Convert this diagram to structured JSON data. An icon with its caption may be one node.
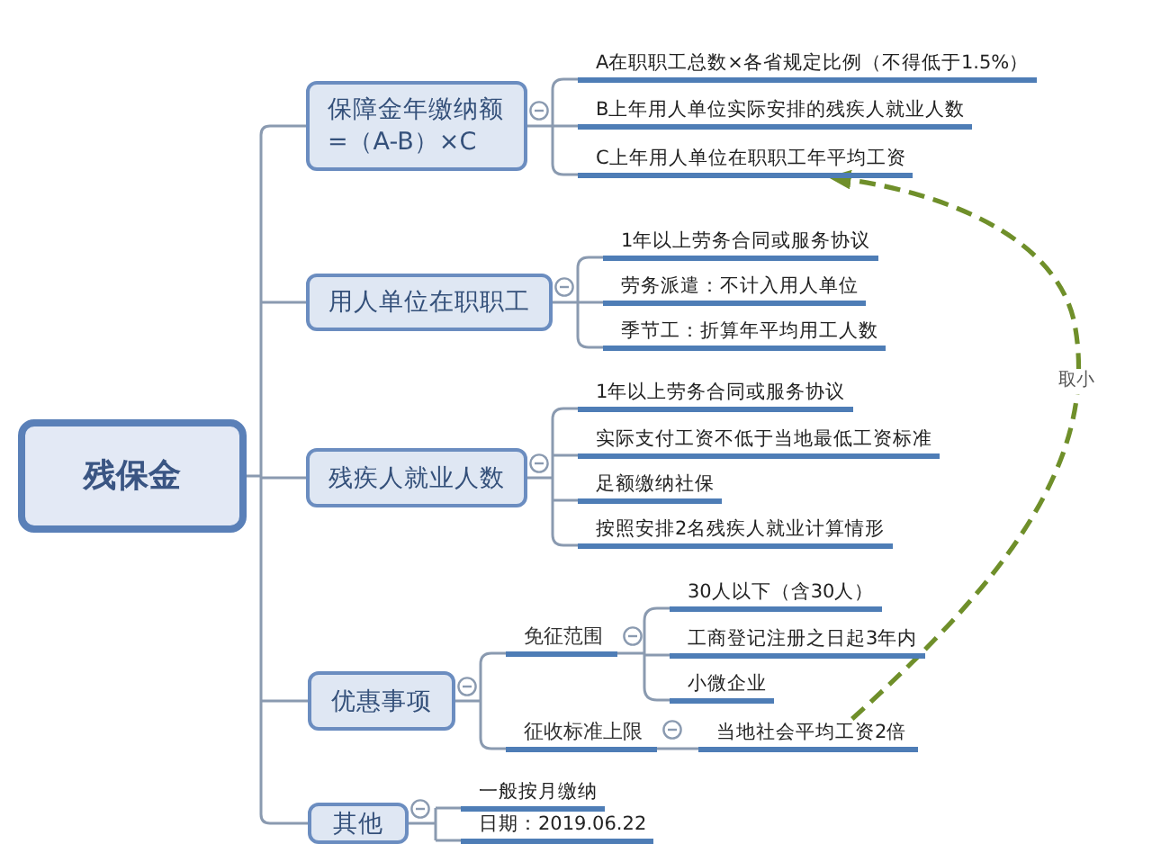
{
  "diagram": {
    "nodes": [
      {
        "text": [
          "残保金"
        ]
      },
      {
        "text": [
          "保障金年缴纳额 =（A-B）×C"
        ]
      },
      {
        "text": [
          "A在职职工总数×各省规定比例（不得低于1.5%）"
        ]
      },
      {
        "text": [
          "B上年用人单位实际安排的残疾人就业人数"
        ]
      },
      {
        "text": [
          "C上年用人单位在职职工年平均工资"
        ]
      },
      {
        "text": [
          "用人单位在职职工"
        ]
      },
      {
        "text": [
          "1年以上劳务合同或服务协议"
        ]
      },
      {
        "text": [
          "劳务派遣：不计入用人单位"
        ]
      },
      {
        "text": [
          "季节工：折算年平均用工人数"
        ]
      },
      {
        "text": [
          "残疾人就业人数"
        ]
      },
      {
        "text": [
          "1年以上劳务合同或服务协议"
        ]
      },
      {
        "text": [
          "实际支付工资不低于当地最低工资标准"
        ]
      },
      {
        "text": [
          "足额缴纳社保"
        ]
      },
      {
        "text": [
          "按照安排2名残疾人就业计算情形"
        ]
      },
      {
        "text": [
          "优惠事项"
        ]
      },
      {
        "text": [
          "免征范围"
        ]
      },
      {
        "text": [
          "30人以下（含30人）"
        ]
      },
      {
        "text": [
          "工商登记注册之日起3年内"
        ]
      },
      {
        "text": [
          "小微企业"
        ]
      },
      {
        "text": [
          "征收标准上限"
        ]
      },
      {
        "text": [
          "当地社会平均工资2倍"
        ]
      },
      {
        "text": [
          "其他"
        ]
      },
      {
        "text": [
          "一般按月缴纳"
        ]
      },
      {
        "text": [
          "日期：2019.06.22"
        ]
      }
    ],
    "edges": [
      {
        "from": 0,
        "to": 1,
        "arrow": "none"
      },
      {
        "from": 0,
        "to": 5,
        "arrow": "none"
      },
      {
        "from": 0,
        "to": 9,
        "arrow": "none"
      },
      {
        "from": 0,
        "to": 14,
        "arrow": "none"
      },
      {
        "from": 0,
        "to": 21,
        "arrow": "none"
      },
      {
        "from": 1,
        "to": 2,
        "arrow": "none"
      },
      {
        "from": 1,
        "to": 3,
        "arrow": "none"
      },
      {
        "from": 1,
        "to": 4,
        "arrow": "none"
      },
      {
        "from": 5,
        "to": 6,
        "arrow": "none"
      },
      {
        "from": 5,
        "to": 7,
        "arrow": "none"
      },
      {
        "from": 5,
        "to": 8,
        "arrow": "none"
      },
      {
        "from": 9,
        "to": 10,
        "arrow": "none"
      },
      {
        "from": 9,
        "to": 11,
        "arrow": "none"
      },
      {
        "from": 9,
        "to": 12,
        "arrow": "none"
      },
      {
        "from": 9,
        "to": 13,
        "arrow": "none"
      },
      {
        "from": 14,
        "to": 15,
        "arrow": "none"
      },
      {
        "from": 14,
        "to": 19,
        "arrow": "none"
      },
      {
        "from": 15,
        "to": 16,
        "arrow": "none"
      },
      {
        "from": 15,
        "to": 17,
        "arrow": "none"
      },
      {
        "from": 15,
        "to": 18,
        "arrow": "none"
      },
      {
        "from": 19,
        "to": 20,
        "arrow": "none"
      },
      {
        "from": 21,
        "to": 22,
        "arrow": "none"
      },
      {
        "from": 21,
        "to": 23,
        "arrow": "none"
      },
      {
        "from": 20,
        "to": 4,
        "arrow": "to",
        "label": "取小",
        "style": "dashed",
        "color": "#6f8f2a"
      }
    ]
  }
}
